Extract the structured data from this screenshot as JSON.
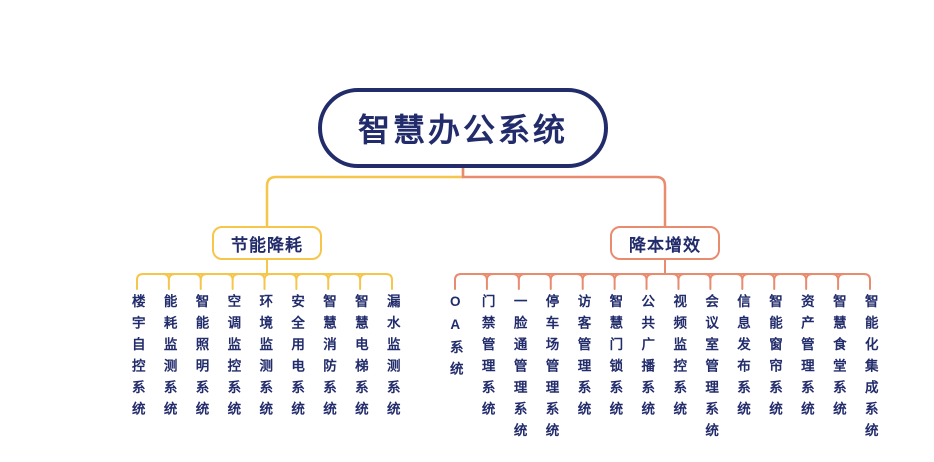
{
  "root": {
    "label": "智慧办公系统"
  },
  "branches": [
    {
      "label": "节能降耗",
      "color": "#F6C64A",
      "children": [
        "楼宇自控系统",
        "能耗监测系统",
        "智能照明系统",
        "空调监控系统",
        "环境监测系统",
        "安全用电系统",
        "智慧消防系统",
        "智慧电梯系统",
        "漏水监测系统"
      ]
    },
    {
      "label": "降本增效",
      "color": "#E98B6E",
      "children": [
        "OA系统",
        "门禁管理系统",
        "一脸通管理系统",
        "停车场管理系统",
        "访客管理系统",
        "智慧门锁系统",
        "公共广播系统",
        "视频监控系统",
        "会议室管理系统",
        "信息发布系统",
        "智能窗帘系统",
        "资产管理系统",
        "智慧食堂系统",
        "智能化集成系统"
      ]
    }
  ],
  "colors": {
    "node_text": "#222C6B",
    "root_border": "#222C6B",
    "background": "#FFFFFF"
  }
}
